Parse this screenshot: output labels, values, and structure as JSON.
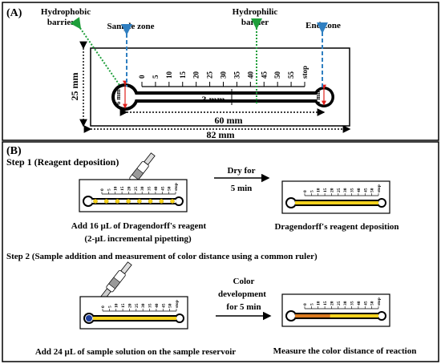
{
  "panel_a": {
    "label": "(A)",
    "callouts": {
      "hydrophobic_l1": "Hydrophobic",
      "hydrophobic_l2": "barrier",
      "sample_zone": "Sample zone",
      "hydrophilic_l1": "Hydrophilic",
      "hydrophilic_l2": "barrier",
      "end_zone": "End zone"
    },
    "ruler_labels": [
      "0",
      "5",
      "10",
      "15",
      "20",
      "25",
      "30",
      "35",
      "40",
      "45",
      "50",
      "55",
      "stop"
    ],
    "dimensions": {
      "height": "25 mm",
      "circle_left": "6 mm",
      "channel_width": "3 mm",
      "circle_right": "4 mm",
      "channel_length": "60 mm",
      "total_length": "82 mm"
    }
  },
  "panel_b": {
    "label": "(B)",
    "step1": "Step 1 (Reagent deposition)",
    "arrow1_l1": "Dry for",
    "arrow1_l2": "5 min",
    "caption_left1_l1": "Add 16 µL of Dragendorff's reagent",
    "caption_left1_l2": "(2-µL incremental pipetting)",
    "caption_right1": "Dragendorff's reagent deposition",
    "step2": "Step 2 (Sample addition and measurement of color distance using a common ruler)",
    "arrow2_l1": "Color",
    "arrow2_l2": "development",
    "arrow2_l3": "for 5 min",
    "caption_left2": "Add 24 µL of sample solution on the sample reservoir",
    "caption_right2": "Measure the color distance of reaction",
    "mini_ruler_labels": [
      "0",
      "5",
      "10",
      "15",
      "20",
      "25",
      "30",
      "35",
      "40",
      "45",
      "50",
      "stop"
    ]
  },
  "colors": {
    "hydrophobic_arrow": "#1e9e3a",
    "zone_arrow": "#2f7fc1",
    "red_marker": "#e0201c",
    "reagent": "#f5d21e",
    "reaction": "#d9791f",
    "sample_drop": "#1c3d9e"
  }
}
